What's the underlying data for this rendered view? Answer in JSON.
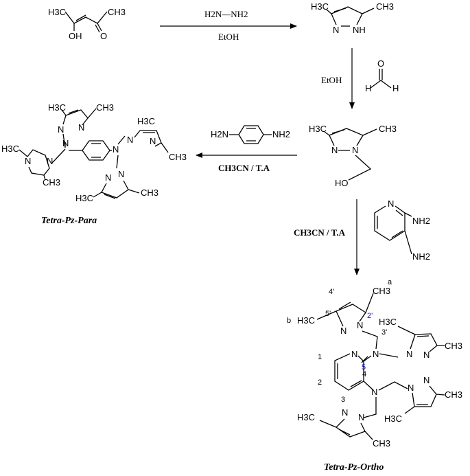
{
  "steps": {
    "step1": {
      "reagent": "H2N—NH2",
      "solvent": "EtOH"
    },
    "step2": {
      "solvent": "EtOH"
    },
    "step3": {
      "condition": "CH3CN / T.A"
    },
    "step4": {
      "condition": "CH3CN / T.A"
    }
  },
  "atoms": {
    "oh": "OH",
    "o": "O",
    "h3c": "H3C",
    "ch3": "CH3",
    "n": "N",
    "nh": "NH",
    "h": "H",
    "ho": "HO",
    "h2n": "H2N",
    "nh2": "NH2"
  },
  "products": {
    "para": "Tetra-Pz-Para",
    "ortho": "Tetra-Pz-Ortho"
  },
  "numbering": {
    "n1": "1",
    "n2": "2",
    "n3": "3",
    "n4": "4",
    "n5": "5",
    "n2p": "2'",
    "n3p": "3'",
    "n4p": "4'",
    "n5p": "5'",
    "a": "a",
    "b": "b"
  }
}
